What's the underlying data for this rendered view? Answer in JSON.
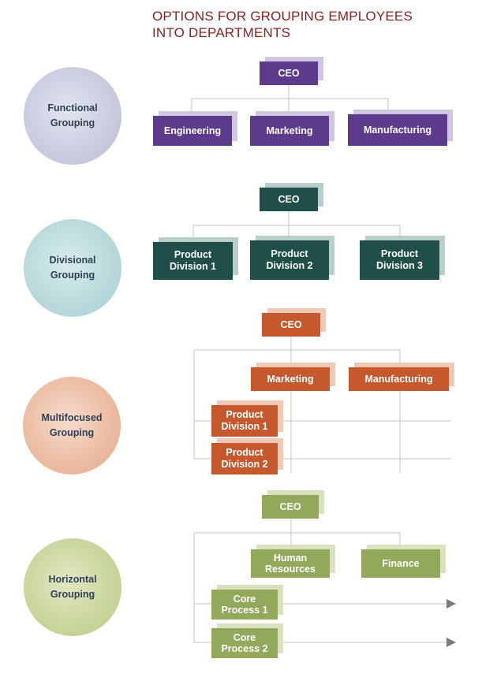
{
  "title": {
    "line1": "OPTIONS FOR GROUPING EMPLOYEES",
    "line2": "INTO DEPARTMENTS"
  },
  "functional": {
    "circle_line1": "Functional",
    "circle_line2": "Grouping",
    "ceo": "CEO",
    "units": [
      "Engineering",
      "Marketing",
      "Manufacturing"
    ]
  },
  "divisional": {
    "circle_line1": "Divisional",
    "circle_line2": "Grouping",
    "ceo": "CEO",
    "units": [
      {
        "line1": "Product",
        "line2": "Division 1"
      },
      {
        "line1": "Product",
        "line2": "Division 2"
      },
      {
        "line1": "Product",
        "line2": "Division 3"
      }
    ]
  },
  "multifocused": {
    "circle_line1": "Multifocused",
    "circle_line2": "Grouping",
    "ceo": "CEO",
    "functions": [
      "Marketing",
      "Manufacturing"
    ],
    "divisions": [
      {
        "line1": "Product",
        "line2": "Division 1"
      },
      {
        "line1": "Product",
        "line2": "Division 2"
      }
    ]
  },
  "horizontal": {
    "circle_line1": "Horizontal",
    "circle_line2": "Grouping",
    "ceo": "CEO",
    "functions": [
      {
        "line1": "Human",
        "line2": "Resources"
      },
      {
        "line1": "Finance",
        "line2": ""
      }
    ],
    "processes": [
      {
        "line1": "Core",
        "line2": "Process 1"
      },
      {
        "line1": "Core",
        "line2": "Process 2"
      }
    ]
  },
  "colors": {
    "title": "#8a1f1f",
    "functional": "#5c3b8c",
    "divisional": "#1f4f46",
    "multifocused": "#c6582e",
    "horizontal": "#93a85a"
  }
}
